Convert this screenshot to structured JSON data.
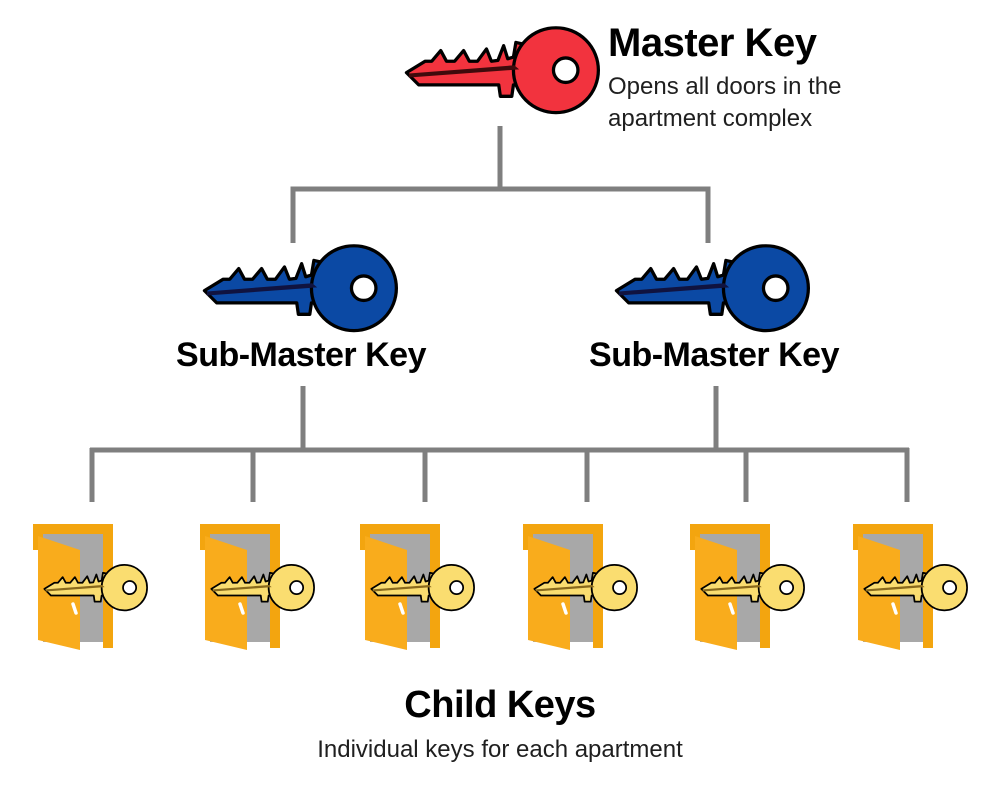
{
  "diagram": {
    "master": {
      "title": "Master Key",
      "description": "Opens all doors in the apartment complex"
    },
    "sub_masters": [
      {
        "label": "Sub-Master Key"
      },
      {
        "label": "Sub-Master Key"
      }
    ],
    "children": {
      "title": "Child Keys",
      "description": "Individual keys for each apartment",
      "count": 6
    },
    "hierarchy": {
      "root": "Master Key",
      "level_2": [
        "Sub-Master Key",
        "Sub-Master Key"
      ],
      "level_3": "6 child keys, one per apartment door"
    }
  },
  "icons": {
    "master": "red-master-key-icon",
    "sub_master": "blue-sub-master-key-icon",
    "child": "yellow-child-key-icon",
    "door": "open-apartment-door-icon"
  },
  "colors": {
    "master_key_color": "#f2333e",
    "master_key_groove": "#3f0a0c",
    "sub_key_color": "#0b49a4",
    "sub_key_groove": "#101340",
    "child_key_color": "#fadd70",
    "child_key_groove": "#8a6a1d",
    "door_frame": "#f3a50f",
    "door_leaf": "#f9ac1c",
    "door_opening": "#a8a8a8",
    "connector": "#7f7f7f",
    "text": "#000000",
    "subtext": "#1f1f1f"
  }
}
